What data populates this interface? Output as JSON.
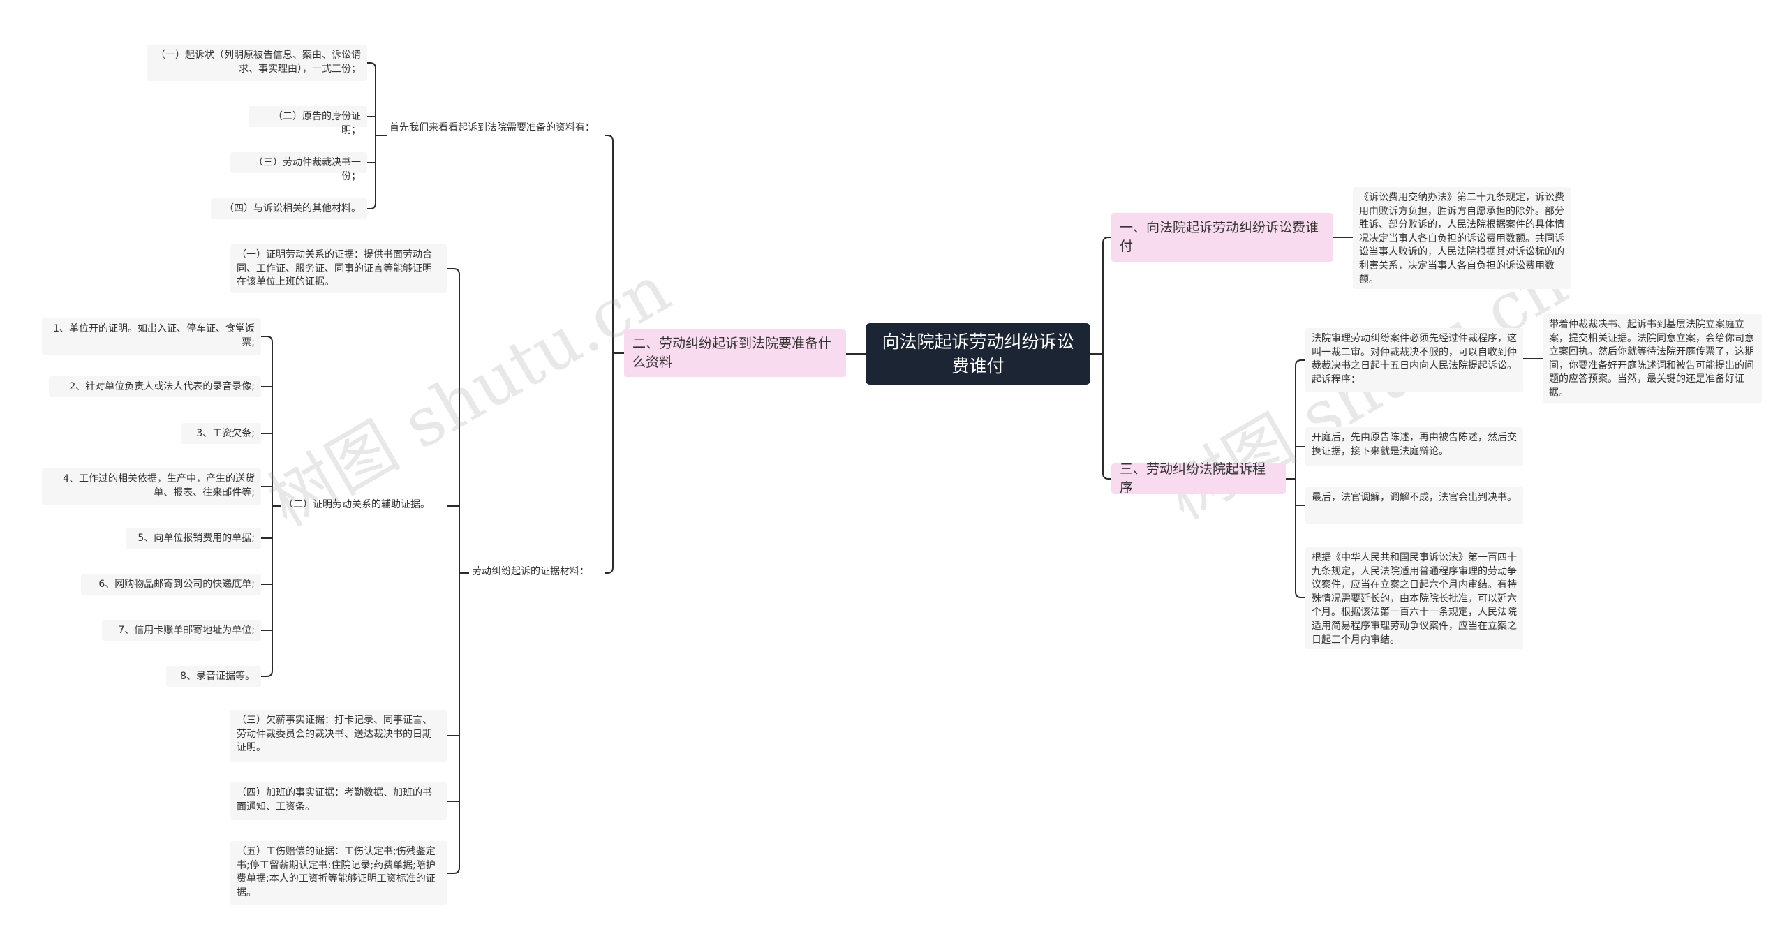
{
  "watermark": "树图 shutu.cn",
  "root": "向法院起诉劳动纠纷诉讼费谁付",
  "branches": {
    "b1": "一、向法院起诉劳动纠纷诉讼费谁付",
    "b2": "二、劳动纠纷起诉到法院要准备什么资料",
    "b3": "三、劳动纠纷法院起诉程序"
  },
  "fee": "《诉讼费用交纳办法》第二十九条规定，诉讼费用由败诉方负担，胜诉方自愿承担的除外。部分胜诉、部分败诉的，人民法院根据案件的具体情况决定当事人各自负担的诉讼费用数额。共同诉讼当事人败诉的，人民法院根据其对诉讼标的的利害关系，决定当事人各自负担的诉讼费用数额。",
  "procedure": {
    "p1": "法院审理劳动纠纷案件必须先经过仲裁程序，这叫一裁二审。对仲裁裁决不服的，可以自收到仲裁裁决书之日起十五日内向人民法院提起诉讼。起诉程序：",
    "p1_detail": "带着仲裁裁决书、起诉书到基层法院立案庭立案，提交相关证据。法院同意立案，会给你司意立案回执。然后你就等待法院开庭传票了，这期间，你要准备好开庭陈述词和被告可能提出的问题的应答预案。当然，最关键的还是准备好证据。",
    "p2": "开庭后，先由原告陈述，再由被告陈述，然后交换证据，接下来就是法庭辩论。",
    "p3": "最后，法官调解，调解不成，法官会出判决书。",
    "p4": "根据《中华人民共和国民事诉讼法》第一百四十九条规定，人民法院适用普通程序审理的劳动争议案件，应当在立案之日起六个月内审结。有特殊情况需要延长的，由本院院长批准，可以延六个月。根据该法第一百六十一条规定，人民法院适用简易程序审理劳动争议案件，应当在立案之日起三个月内审结。"
  },
  "materials": {
    "first_label": "首先我们来看看起诉到法院需要准备的资料有：",
    "first_items": [
      "（一）起诉状（列明原被告信息、案由、诉讼请求、事实理由），一式三份；",
      "（二）原告的身份证明；",
      "（三）劳动仲裁裁决书一份；",
      "（四）与诉讼相关的其他材料。"
    ],
    "evidence_label": "劳动纠纷起诉的证据材料：",
    "ev1": "（一）证明劳动关系的证据：提供书面劳动合同、工作证、服务证、同事的证言等能够证明在该单位上班的证据。",
    "ev2_label": "（二）证明劳动关系的辅助证据。",
    "ev2_items": [
      "1、单位开的证明。如出入证、停车证、食堂饭票;",
      "2、针对单位负责人或法人代表的录音录像;",
      "3、工资欠条;",
      "4、工作过的相关依据，生产中，产生的送货单、报表、往来邮件等;",
      "5、向单位报销费用的单据;",
      "6、网购物品邮寄到公司的快递底单;",
      "7、信用卡账单邮寄地址为单位;",
      "8、录音证据等。"
    ],
    "ev3": "（三）欠薪事实证据：打卡记录、同事证言、劳动仲裁委员会的裁决书、送达裁决书的日期证明。",
    "ev4": "（四）加班的事实证据：考勤数据、加班的书面通知、工资条。",
    "ev5": "（五）工伤赔偿的证据：工伤认定书;伤残鉴定书;停工留薪期认定书;住院记录;药费单据;陪护费单据;本人的工资折等能够证明工资标准的证据。"
  }
}
